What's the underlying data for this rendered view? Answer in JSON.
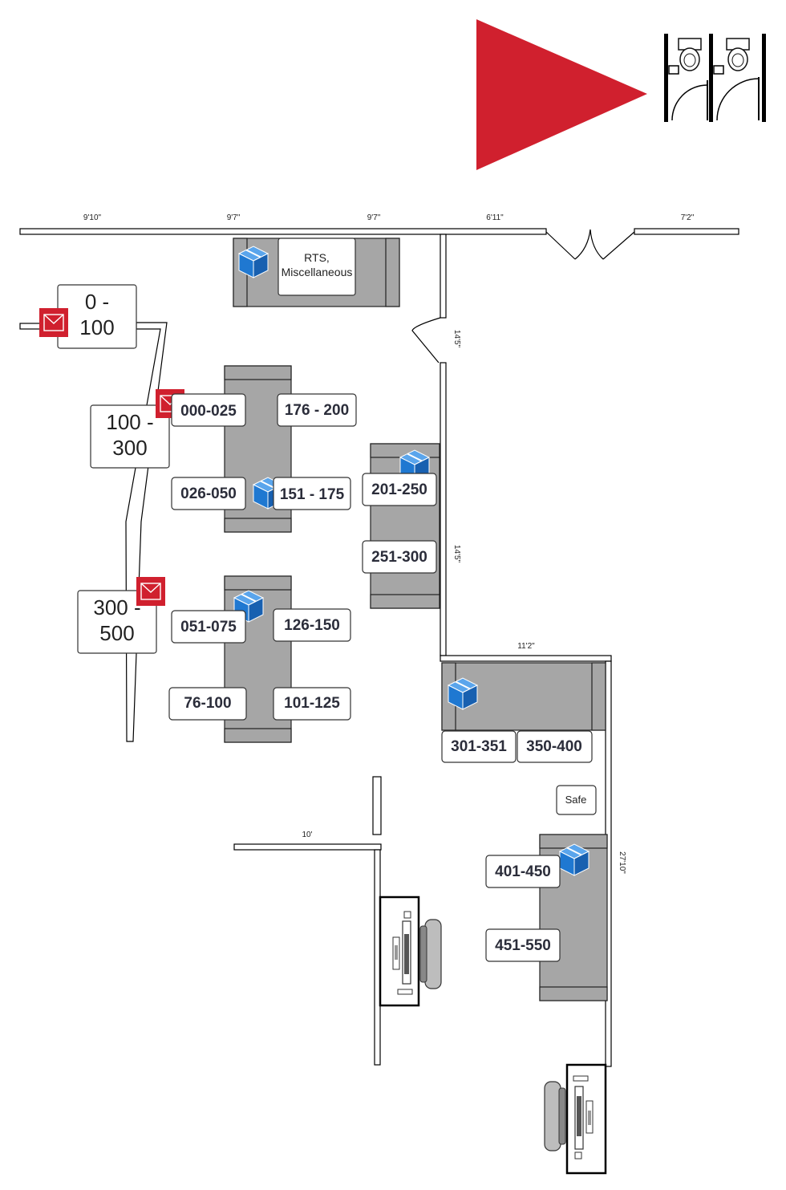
{
  "colors": {
    "accent_red": "#d0202e",
    "box_blue": "#1f78d1",
    "shelf_gray": "#a6a6a6"
  },
  "icons": {
    "direction": "red-triangle-arrow",
    "restroom": "toilet-icon",
    "mail": "envelope-icon",
    "package": "package-box-icon",
    "workstation": "desk-chair-computer-icon"
  },
  "dimensions": {
    "top_1": "9'10\"",
    "top_2": "9'7\"",
    "top_3": "9'7\"",
    "top_4": "6'11\"",
    "top_5": "7'2\"",
    "side_upper": "14'5\"",
    "side_mid": "14'5\"",
    "mid_wall": "11'2\"",
    "right_wall": "27'10\"",
    "bottom_wall": "10'"
  },
  "rts": {
    "line1": "RTS,",
    "line2": "Miscellaneous"
  },
  "mail_ranges": [
    {
      "line1": "0 -",
      "line2": "100"
    },
    {
      "line1": "100 -",
      "line2": "300"
    },
    {
      "line1": "300 -",
      "line2": "500"
    }
  ],
  "bins": {
    "b000_025": "000-025",
    "b026_050": "026-050",
    "b176_200": "176 - 200",
    "b151_175": "151 - 175",
    "b201_250": "201-250",
    "b251_300": "251-300",
    "b051_075": "051-075",
    "b126_150": "126-150",
    "b76_100": "76-100",
    "b101_125": "101-125",
    "b301_351": "301-351",
    "b350_400": "350-400",
    "b401_450": "401-450",
    "b451_550": "451-550"
  },
  "safe": "Safe"
}
